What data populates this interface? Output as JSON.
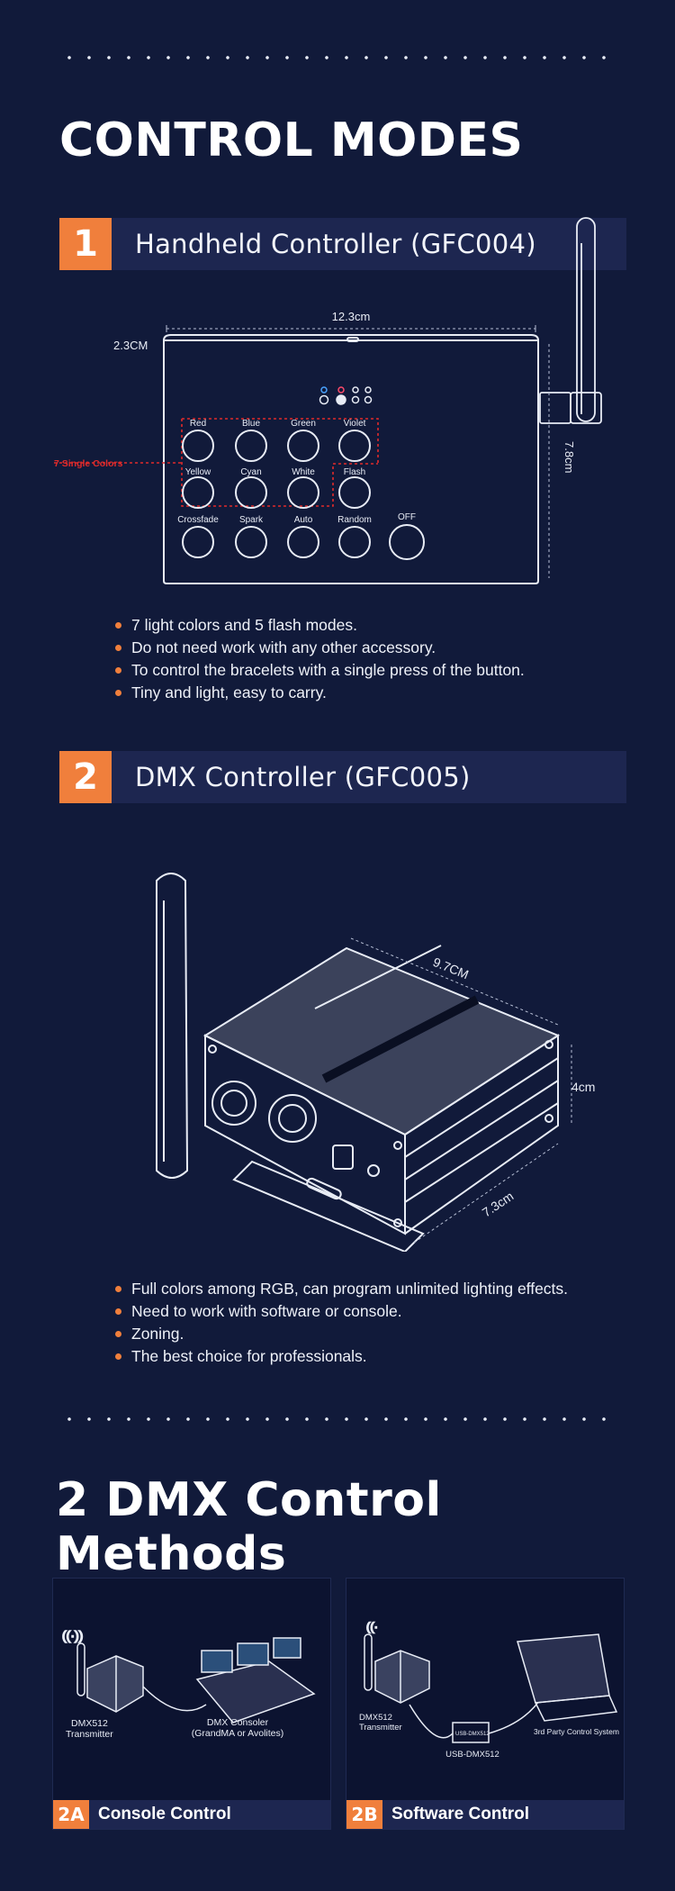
{
  "control_modes": {
    "heading": "CONTROL MODES",
    "handheld": {
      "number": "1",
      "title": "Handheld Controller (GFC004)",
      "dim_width": "12.3cm",
      "dim_depth": "2.3CM",
      "dim_height": "7.8cm",
      "single_colors_label": "7 Single Colors",
      "buttons": [
        "Red",
        "Blue",
        "Green",
        "Violet",
        "Yellow",
        "Cyan",
        "White",
        "Flash",
        "Crossfade",
        "Spark",
        "Auto",
        "Random",
        "OFF"
      ],
      "bullets": [
        "7 light colors and 5 flash modes.",
        "Do not need work with any other accessory.",
        "To control the bracelets with a single press of the button.",
        "Tiny and light, easy to carry."
      ]
    },
    "dmx": {
      "number": "2",
      "title": "DMX Controller (GFC005)",
      "dim_length": "9.7CM",
      "dim_height": "4cm",
      "dim_width": "7.3cm",
      "bullets": [
        "Full colors among RGB, can program unlimited lighting effects.",
        "Need to work with software or console.",
        "Zoning.",
        "The best choice for professionals."
      ]
    }
  },
  "methods": {
    "heading": "2 DMX Control Methods",
    "console": {
      "badge": "2A",
      "title": "Console Control",
      "transmitter_line1": "DMX512",
      "transmitter_line2": "Transmitter",
      "console_line1": "DMX Consoler",
      "console_line2": "(GrandMA or Avolites)"
    },
    "software": {
      "badge": "2B",
      "title": "Software Control",
      "transmitter_line1": "DMX512",
      "transmitter_line2": "Transmitter",
      "usb_box": "USB-DMX512",
      "usb_label": "USB-DMX512",
      "system_label": "3rd Party Control System"
    }
  },
  "colors": {
    "background": "#111a3a",
    "accent": "#f07f3c",
    "bar": "#1d2650"
  }
}
